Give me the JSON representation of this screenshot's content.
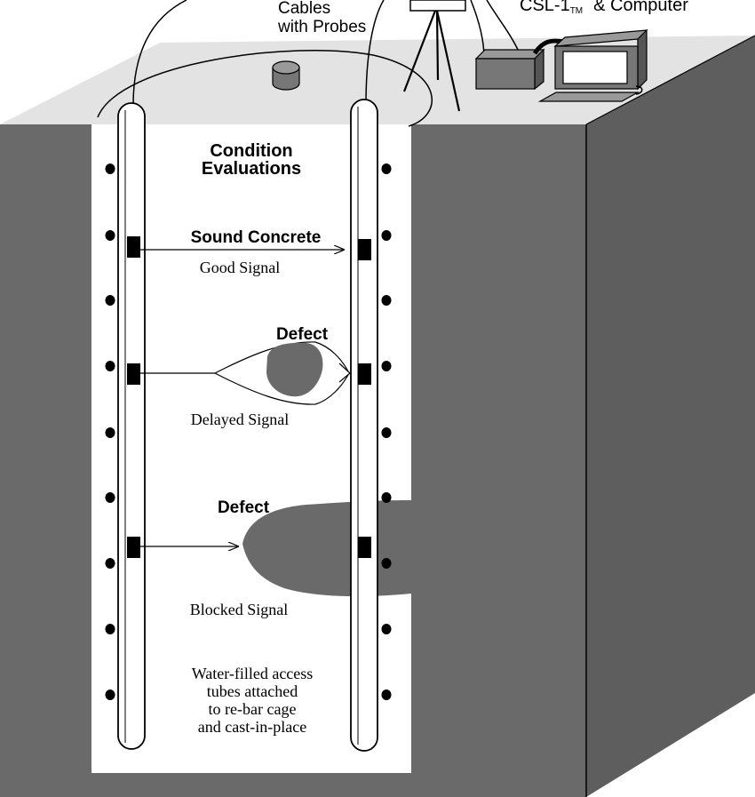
{
  "labels": {
    "cables_line1": "Cables",
    "cables_line2": "with Probes",
    "csl_name": "CSL-1",
    "csl_tm": "TM",
    "csl_suffix": "& Computer",
    "condition_line1": "Condition",
    "condition_line2": "Evaluations",
    "sound_concrete": "Sound Concrete",
    "good_signal": "Good Signal",
    "defect_1": "Defect",
    "delayed_signal": "Delayed Signal",
    "defect_2": "Defect",
    "blocked_signal": "Blocked Signal",
    "note_line1": "Water-filled access",
    "note_line2": "tubes attached",
    "note_line3": "to re-bar cage",
    "note_line4": "and cast-in-place"
  },
  "colors": {
    "soil_front": "#6a6a6a",
    "soil_side": "#5e5e5e",
    "ground_top": "#e3e3e3",
    "shaft": "#ffffff",
    "defect": "#6a6a6a",
    "equipment": "#777777",
    "ink": "#000000"
  }
}
